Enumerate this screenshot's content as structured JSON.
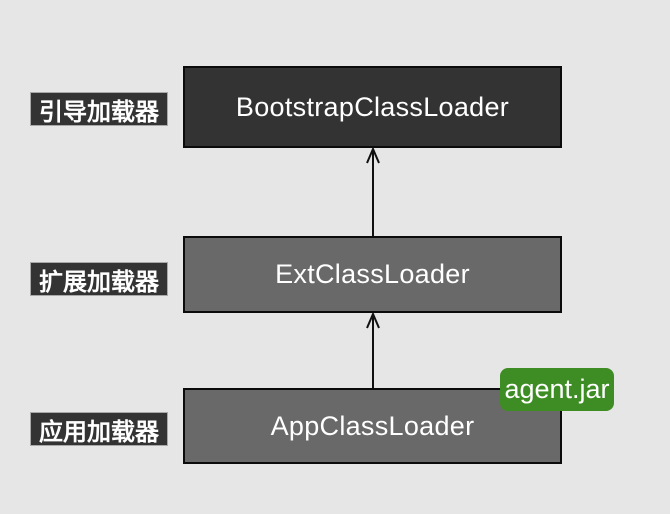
{
  "diagram": {
    "nodes": [
      {
        "label": "BootstrapClassLoader",
        "side_label": "引导加载器",
        "fill": "#333333",
        "text_color": "#ffffff"
      },
      {
        "label": "ExtClassLoader",
        "side_label": "扩展加载器",
        "fill": "#696969",
        "text_color": "#ffffff"
      },
      {
        "label": "AppClassLoader",
        "side_label": "应用加载器",
        "fill": "#696969",
        "text_color": "#ffffff"
      }
    ],
    "arrows": [
      {
        "from": "ExtClassLoader",
        "to": "BootstrapClassLoader"
      },
      {
        "from": "AppClassLoader",
        "to": "ExtClassLoader"
      }
    ],
    "badge": {
      "label": "agent.jar",
      "fill": "#3e8d24",
      "text_color": "#ffffff"
    },
    "colors": {
      "background": "#e6e6e6",
      "node_border": "#0b0b0b",
      "side_label_bg": "#333333",
      "side_label_text": "#ffffff",
      "arrow": "#111111"
    }
  }
}
